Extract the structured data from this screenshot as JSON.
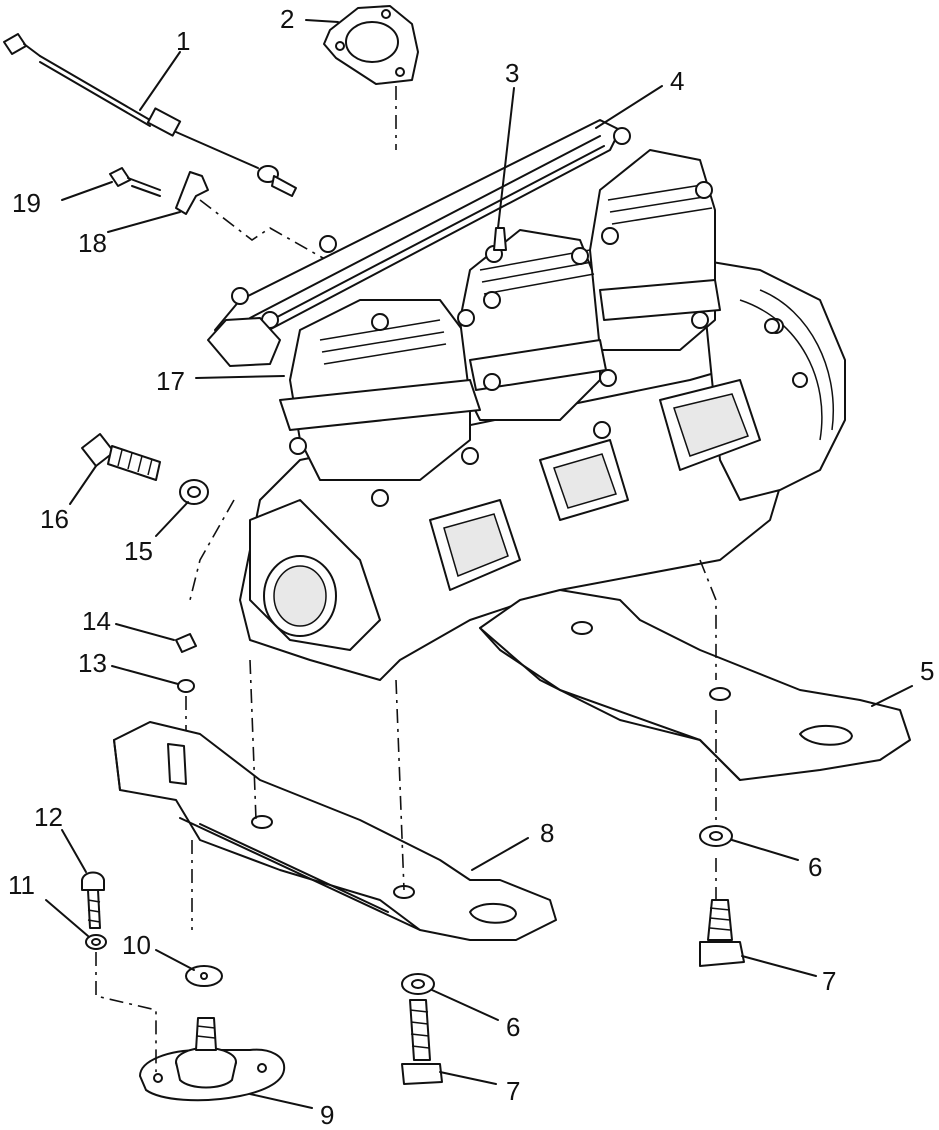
{
  "figure": {
    "type": "exploded parts diagram",
    "callouts": [
      {
        "id": "c1",
        "label": "1"
      },
      {
        "id": "c2",
        "label": "2"
      },
      {
        "id": "c3",
        "label": "3"
      },
      {
        "id": "c4",
        "label": "4"
      },
      {
        "id": "c5",
        "label": "5"
      },
      {
        "id": "c6a",
        "label": "6"
      },
      {
        "id": "c6b",
        "label": "6"
      },
      {
        "id": "c7a",
        "label": "7"
      },
      {
        "id": "c7b",
        "label": "7"
      },
      {
        "id": "c8",
        "label": "8"
      },
      {
        "id": "c9",
        "label": "9"
      },
      {
        "id": "c10",
        "label": "10"
      },
      {
        "id": "c11",
        "label": "11"
      },
      {
        "id": "c12",
        "label": "12"
      },
      {
        "id": "c13",
        "label": "13"
      },
      {
        "id": "c14",
        "label": "14"
      },
      {
        "id": "c15",
        "label": "15"
      },
      {
        "id": "c16",
        "label": "16"
      },
      {
        "id": "c17",
        "label": "17"
      },
      {
        "id": "c18",
        "label": "18"
      },
      {
        "id": "c19",
        "label": "19"
      }
    ]
  }
}
